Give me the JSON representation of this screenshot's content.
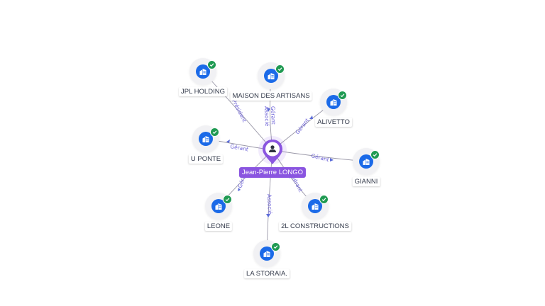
{
  "center_person": {
    "name": "Jean-Pierre LONGO",
    "icon": "person-icon"
  },
  "companies": [
    {
      "id": "jpl",
      "name": "JPL HOLDING",
      "relation": "Président",
      "verified": true
    },
    {
      "id": "maison",
      "name": "MAISON DES ARTISANS",
      "relation": "Gérant Associé",
      "relation_lines": [
        "Gérant",
        "Associé"
      ],
      "verified": true
    },
    {
      "id": "alivetto",
      "name": "ALIVETTO",
      "relation": "Gérant",
      "verified": true
    },
    {
      "id": "uponte",
      "name": "U PONTE",
      "relation": "Gérant",
      "verified": true
    },
    {
      "id": "gianni",
      "name": "GIANNI",
      "relation": "Gérant",
      "verified": true
    },
    {
      "id": "leone",
      "name": "LEONE",
      "relation": "Gérant",
      "verified": true
    },
    {
      "id": "twol",
      "name": "2L CONSTRUCTIONS",
      "relation": "Gérant",
      "verified": true
    },
    {
      "id": "storaia",
      "name": "LA STORAIA.",
      "relation": "Associé",
      "verified": true
    }
  ],
  "colors": {
    "company_icon": "#1b6ae8",
    "verified_badge": "#1f9a52",
    "person_accent": "#8a55e0",
    "edge_label": "#6a5fd6"
  },
  "company_icon": "building-icon",
  "badge_icon": "check-icon"
}
